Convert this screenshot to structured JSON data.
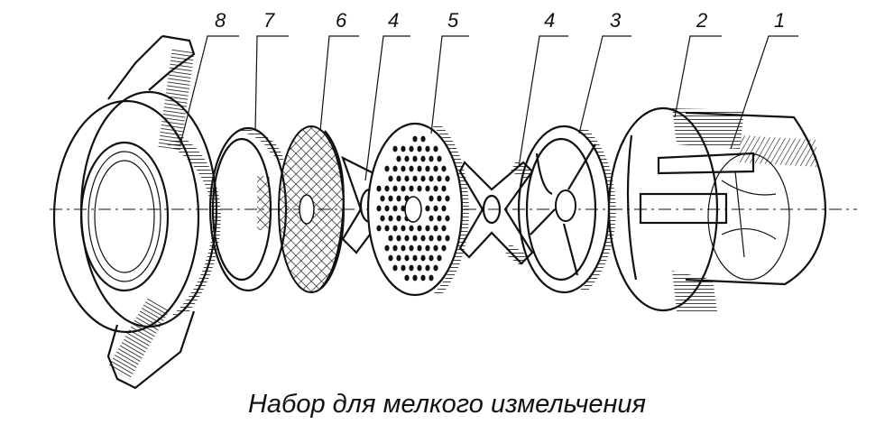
{
  "caption": "Набор для мелкого измельчения",
  "labels": [
    "8",
    "7",
    "6",
    "4",
    "5",
    "4",
    "3",
    "2",
    "1"
  ]
}
